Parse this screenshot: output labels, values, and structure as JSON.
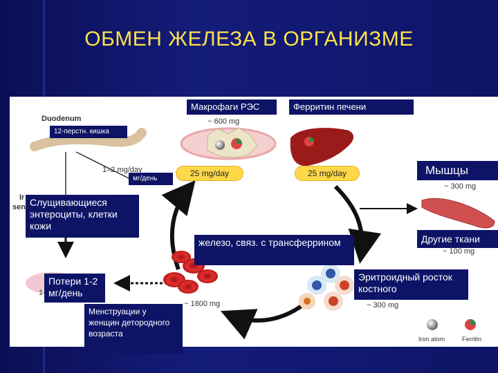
{
  "slide": {
    "title": "ОБМЕН ЖЕЛЕЗА В ОРГАНИЗМЕ"
  },
  "labels": {
    "macrophages": "Макрофаги РЭС",
    "liver_ferritin": "Ферритин печени",
    "duodenum_ru": "12-перстн. кишка",
    "mg_day": "мг/день",
    "shedding_cells": "Слущивающиеся энтероциты, клетки кожи",
    "muscles": "Мышцы",
    "transferrin_iron": "железо, связ. с трансферрином",
    "other_tissues": "Другие ткани",
    "losses": "Потери 1-2 мг/день",
    "erythroid": "Эритроидный росток костного",
    "menstruation": "Менструации у женщин детородного возраста"
  },
  "figure_text": {
    "duodenum_en": "Duodenum",
    "macrophage_amount": "~ 600 mg",
    "absorption_rate": "1–2 mg/day",
    "flow_left": "25 mg/day",
    "flow_right": "25 mg/day",
    "muscle_amount": "~ 300 mg",
    "other_amount": "~ 100 mg",
    "rbc_amount": "~ 1800 mg",
    "marrow_amount": "~ 300 mg",
    "iron_left_fragment": "Ir",
    "iron_left_fragment2": "sen",
    "losses_fragment": "1-",
    "legend_iron": "Iron atom",
    "legend_ferritin": "Ferritin"
  },
  "colors": {
    "background": "#0d1466",
    "title": "#ffe24a",
    "pill": "#ffd84a",
    "liver": "#9b1b1b",
    "rbc": "#d42a2a"
  }
}
